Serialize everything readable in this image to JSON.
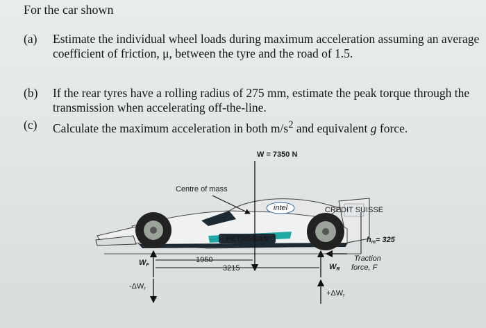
{
  "intro": "For the car shown",
  "questions": [
    {
      "num": "(a)",
      "text": "Estimate the individual wheel loads during maximum acceleration assuming an average coefficient of friction, μ, between the tyre and the road of 1.5."
    },
    {
      "num": "(b)",
      "text": "If the rear tyres have a rolling radius of 275 mm, estimate the peak torque through the transmission when accelerating off-the-line."
    },
    {
      "num": "(c)",
      "text_pre": "Calculate the maximum acceleration in both m/s",
      "text_sup": "2",
      "text_mid": " and equivalent ",
      "text_g": "g",
      "text_post": " force."
    }
  ],
  "diagram": {
    "weight": "W = 7350 N",
    "centre_of_mass": "Centre of mass",
    "wf": "W",
    "wf_sub": "F",
    "delta_wf": "-ΔW",
    "delta_wf_sub": "r",
    "wr": "W",
    "wr_sub": "R",
    "delta_wr": "+ΔW",
    "delta_wr_sub": "r",
    "dim_1950": "1950",
    "dim_3215": "3215",
    "height_h": "h",
    "height_sub": "m",
    "height_val": "= 325",
    "traction_1": "Traction",
    "traction_2": "force, F",
    "sponsor_petronas": "PETRONAS",
    "sponsor_intel": "intel",
    "sponsor_credit": "CREDIT SUISSE"
  },
  "colors": {
    "car_body": "#f2f3f3",
    "car_dark": "#1e2a33",
    "tyre": "#222222",
    "rim": "#9aa29a",
    "teal": "#1fa9a6",
    "blue_accent": "#2b5f9e"
  }
}
